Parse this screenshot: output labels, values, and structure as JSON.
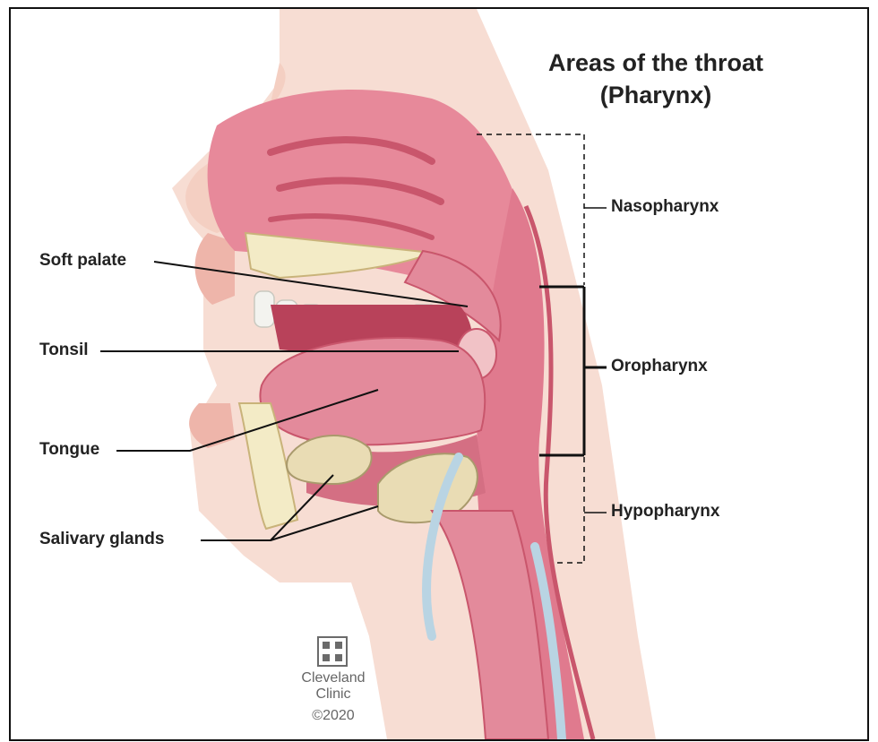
{
  "title": {
    "line1": "Areas of the throat",
    "line2": "(Pharynx)"
  },
  "labels": {
    "soft_palate": "Soft palate",
    "tonsil": "Tonsil",
    "tongue": "Tongue",
    "salivary_glands": "Salivary glands",
    "nasopharynx": "Nasopharynx",
    "oropharynx": "Oropharynx",
    "hypopharynx": "Hypopharynx"
  },
  "logo": {
    "name_line1": "Cleveland",
    "name_line2": "Clinic",
    "copyright": "©2020"
  },
  "colors": {
    "skin": "#f7ddd3",
    "tissue": "#e7899a",
    "tissue_dark": "#c9566c",
    "bone": "#f3ebc6",
    "gland": "#e9dcb4",
    "leader_line": "#111111"
  }
}
